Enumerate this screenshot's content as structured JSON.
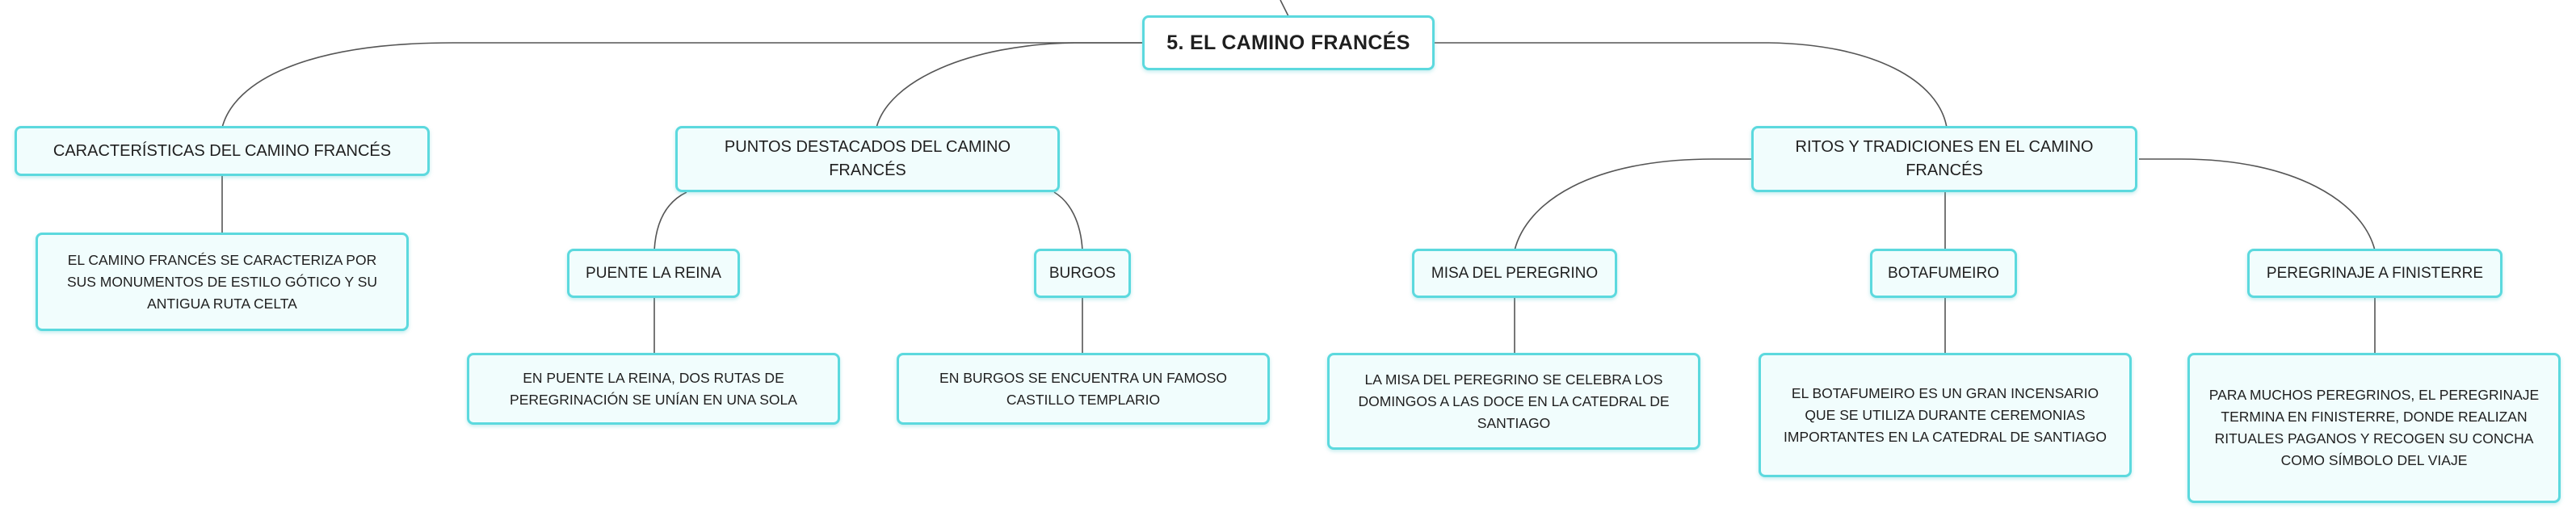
{
  "mindmap": {
    "root": "5. EL CAMINO FRANCÉS",
    "branches": [
      {
        "label": "CARACTERÍSTICAS DEL CAMINO FRANCÉS",
        "note": "EL CAMINO FRANCÉS SE CARACTERIZA POR SUS MONUMENTOS DE ESTILO GÓTICO Y SU ANTIGUA RUTA CELTA"
      },
      {
        "label": "PUNTOS DESTACADOS DEL CAMINO FRANCÉS",
        "children": [
          {
            "label": "PUENTE LA REINA",
            "note": "EN PUENTE LA REINA, DOS RUTAS DE PEREGRINACIÓN SE UNÍAN EN UNA SOLA"
          },
          {
            "label": "BURGOS",
            "note": "EN BURGOS SE ENCUENTRA UN FAMOSO CASTILLO TEMPLARIO"
          }
        ]
      },
      {
        "label": "RITOS Y TRADICIONES EN EL CAMINO FRANCÉS",
        "children": [
          {
            "label": "MISA DEL PEREGRINO",
            "note": "LA MISA DEL PEREGRINO SE CELEBRA LOS DOMINGOS A LAS DOCE EN LA CATEDRAL DE SANTIAGO"
          },
          {
            "label": "BOTAFUMEIRO",
            "note": "EL BOTAFUMEIRO ES UN GRAN INCENSARIO QUE SE UTILIZA DURANTE CEREMONIAS IMPORTANTES EN LA CATEDRAL DE SANTIAGO"
          },
          {
            "label": "PEREGRINAJE A FINISTERRE",
            "note": "PARA MUCHOS PEREGRINOS, EL PEREGRINAJE TERMINA EN FINISTERRE, DONDE REALIZAN RITUALES PAGANOS Y RECOGEN SU CONCHA COMO SÍMBOLO DEL VIAJE"
          }
        ]
      }
    ]
  },
  "colors": {
    "border": "#5cd9de",
    "fill": "#f1fdfd",
    "line": "#555555",
    "text": "#1f1f1f"
  }
}
